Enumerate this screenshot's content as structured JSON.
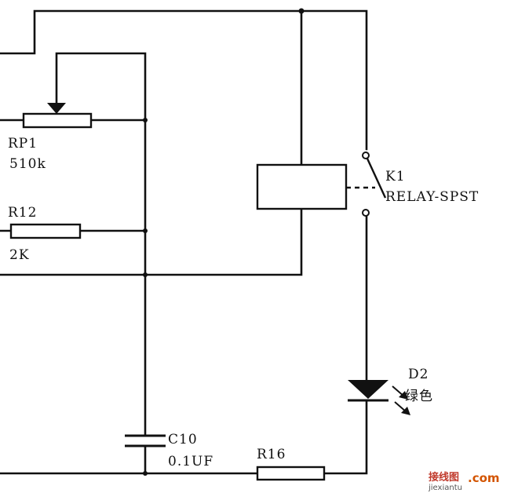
{
  "components": {
    "rp1": {
      "ref": "RP1",
      "value": "510k"
    },
    "r12": {
      "ref": "R12",
      "value": "2K"
    },
    "k1": {
      "ref": "K1",
      "value": "RELAY-SPST"
    },
    "d2": {
      "ref": "D2",
      "value": "绿色"
    },
    "c10": {
      "ref": "C10",
      "value": "0.1UF"
    },
    "r16": {
      "ref": "R16"
    }
  },
  "watermark": {
    "brand": "接线图",
    "domain": ".com",
    "pinyin": "jiexiantu"
  }
}
